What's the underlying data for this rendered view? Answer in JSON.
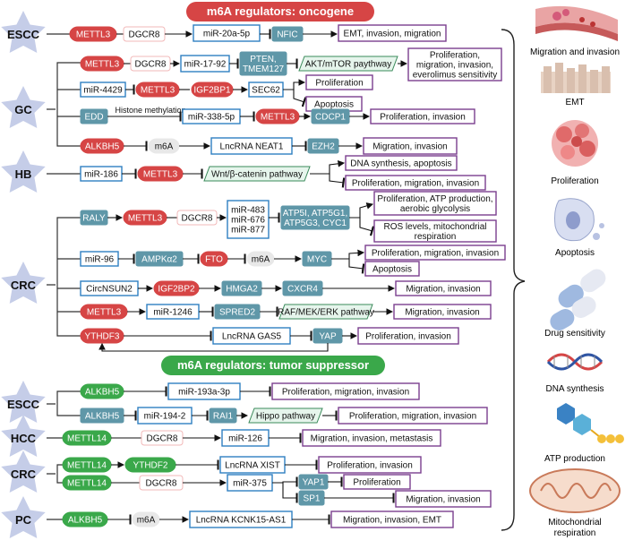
{
  "headers": {
    "oncogene": "m6A regulators: oncogene",
    "suppressor": "m6A regulators: tumor suppressor"
  },
  "cancers": {
    "escc1": "ESCC",
    "gc": "GC",
    "hb": "HB",
    "crc1": "CRC",
    "escc2": "ESCC",
    "hcc": "HCC",
    "crc2": "CRC",
    "pc": "PC"
  },
  "nodes": {
    "r1_mettl3": "METTL3",
    "r1_dgcr8": "DGCR8",
    "r1_mir": "miR-20a-5p",
    "r1_nfic": "NFIC",
    "r1_out": "EMT, invasion, migration",
    "r2_mettl3": "METTL3",
    "r2_dgcr8": "DGCR8",
    "r2_mir": "miR-17-92",
    "r2_pten1": "PTEN,",
    "r2_pten2": "TMEM127",
    "r2_akt": "AKT/mTOR paythway",
    "r2_out1": "Proliferation,",
    "r2_out2": "migration, invasion,",
    "r2_out3": "everolimus sensitivity",
    "r3_mir": "miR-4429",
    "r3_mettl3": "METTL3",
    "r3_igf": "IGF2BP1",
    "r3_sec": "SEC62",
    "r3_prolif": "Proliferation",
    "r3_apop": "Apoptosis",
    "r4_edd": "EDD",
    "r4_note": "Histone methylation",
    "r4_mir": "miR-338-5p",
    "r4_mettl3": "METTL3",
    "r4_cdcp": "CDCP1",
    "r4_out": "Proliferation, invasion",
    "r5_alkbh5": "ALKBH5",
    "r5_m6a": "m6A",
    "r5_lnc": "LncRNA NEAT1",
    "r5_ezh2": "EZH2",
    "r5_out": "Migration, invasion",
    "r6_mir": "miR-186",
    "r6_mettl3": "METTL3",
    "r6_wnt": "Wnt/β-catenin pathway",
    "r6_out1": "DNA synthesis, apoptosis",
    "r6_out2": "Proliferation, migration, invasion",
    "r7_raly": "RALY",
    "r7_mettl3": "METTL3",
    "r7_dgcr8": "DGCR8",
    "r7_mir1": "miR-483",
    "r7_mir2": "miR-676",
    "r7_mir3": "miR-877",
    "r7_atp1": "ATP5I, ATP5G1,",
    "r7_atp2": "ATP5G3, CYC1",
    "r7_out1a": "Proliferation, ATP production,",
    "r7_out1b": "aerobic glycolysis",
    "r7_out2a": "ROS levels, mitochondrial",
    "r7_out2b": "respiration",
    "r8_mir": "miR-96",
    "r8_ampk": "AMPKα2",
    "r8_fto": "FTO",
    "r8_m6a": "m6A",
    "r8_myc": "MYC",
    "r8_out1": "Proliferation, migration, invasion",
    "r8_out2": "Apoptosis",
    "r9_circ": "CircNSUN2",
    "r9_igf": "IGF2BP2",
    "r9_hmga": "HMGA2",
    "r9_cxcr": "CXCR4",
    "r9_out": "Migration, invasion",
    "r10_mettl3": "METTL3",
    "r10_mir": "miR-1246",
    "r10_spred": "SPRED2",
    "r10_raf": "RAF/MEK/ERK pathway",
    "r10_out": "Migration, invasion",
    "r11_ythdf3": "YTHDF3",
    "r11_lnc": "LncRNA GAS5",
    "r11_yap": "YAP",
    "r11_out": "Proliferation, invasion",
    "r12_alkbh5": "ALKBH5",
    "r12_mir": "miR-193a-3p",
    "r12_out": "Proliferation, migration, invasion",
    "r13_alkbh5": "ALKBH5",
    "r13_mir": "miR-194-2",
    "r13_rai": "RAI1",
    "r13_hippo": "Hippo pathway",
    "r13_out": "Proliferation, migration, invasion",
    "r14_mettl14": "METTL14",
    "r14_dgcr8": "DGCR8",
    "r14_mir": "miR-126",
    "r14_out": "Migration, invasion, metastasis",
    "r15_mettl14": "METTL14",
    "r15_ythdf2": "YTHDF2",
    "r15_lnc": "LncRNA XIST",
    "r15_out": "Proliferation, invasion",
    "r16_mettl14": "METTL14",
    "r16_dgcr8": "DGCR8",
    "r16_mir": "miR-375",
    "r16_yap": "YAP1",
    "r16_sp1": "SP1",
    "r16_out1": "Proliferation",
    "r16_out2": "Migration, invasion",
    "r17_alkbh5": "ALKBH5",
    "r17_m6a": "m6A",
    "r17_lnc": "LncRNA KCNK15-AS1",
    "r17_out": "Migration, invasion, EMT"
  },
  "phenotypes": {
    "migration": "Migration and invasion",
    "emt": "EMT",
    "proliferation": "Proliferation",
    "apoptosis": "Apoptosis",
    "drug": "Drug sensitivity",
    "dna": "DNA synthesis",
    "atp": "ATP production",
    "mito1": "Mitochondrial",
    "mito2": "respiration"
  },
  "colors": {
    "red": "#d64545",
    "pink": "#f2b8b8",
    "blue": "#2f7fc1",
    "teal": "#5f97a8",
    "purple": "#7b3f8f",
    "green": "#3aa84a",
    "star": "#c5cde8",
    "pathway": "#e6f5ec"
  }
}
